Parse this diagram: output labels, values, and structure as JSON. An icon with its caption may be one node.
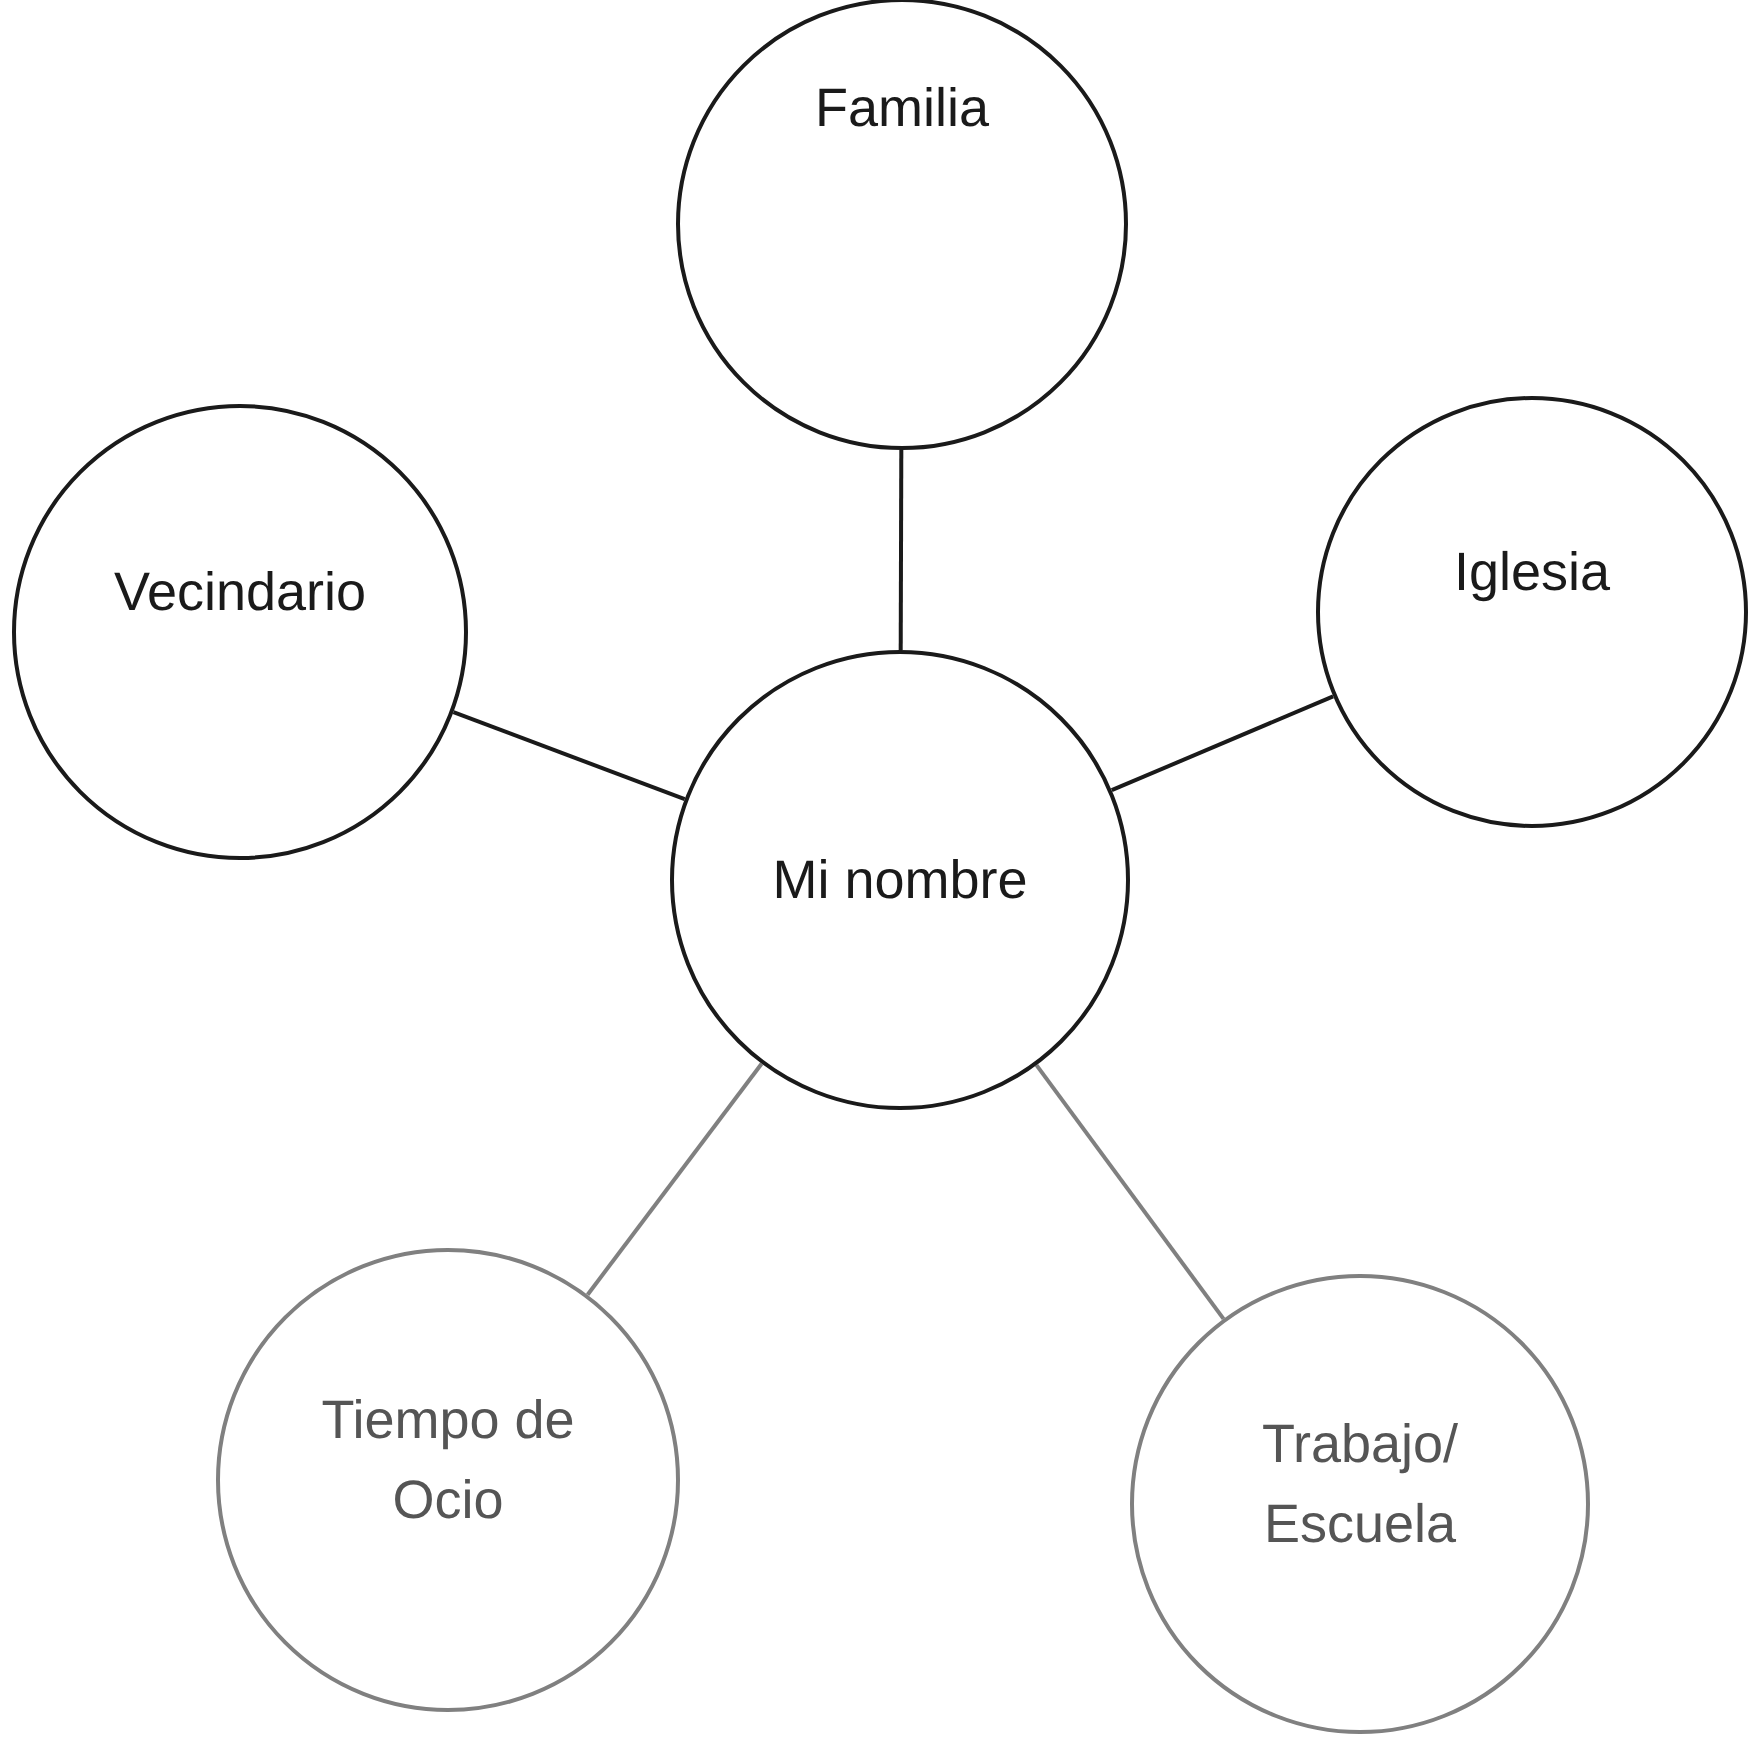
{
  "diagram": {
    "nodes": [
      {
        "text": [
          "Familia"
        ]
      },
      {
        "text": [
          "Vecindario"
        ]
      },
      {
        "text": [
          "Iglesia"
        ]
      },
      {
        "text": [
          "Mi nombre"
        ]
      },
      {
        "text": [
          "Tiempo de Ocio"
        ]
      },
      {
        "text": [
          "Trabajo/ Escuela"
        ]
      }
    ],
    "edges": [
      {
        "from": 3,
        "to": 0,
        "arrow": "none"
      },
      {
        "from": 3,
        "to": 1,
        "arrow": "none"
      },
      {
        "from": 3,
        "to": 2,
        "arrow": "none"
      },
      {
        "from": 3,
        "to": 4,
        "arrow": "none",
        "color": "#808080"
      },
      {
        "from": 3,
        "to": 5,
        "arrow": "none",
        "color": "#808080"
      }
    ]
  }
}
